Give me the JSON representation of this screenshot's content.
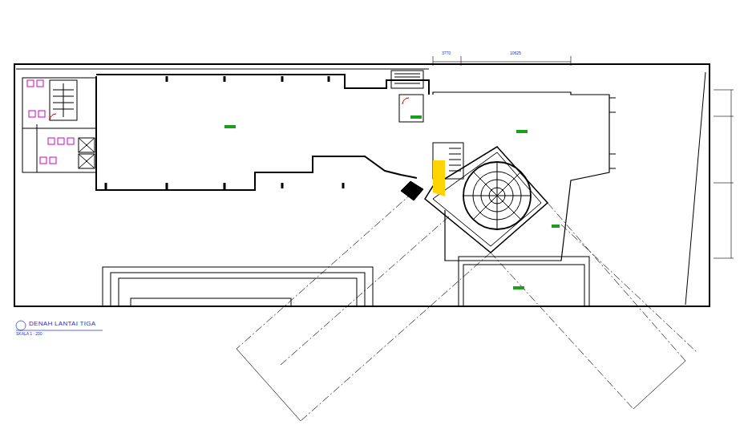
{
  "diagram": {
    "title": "DENAH LANTAI TIGA",
    "labels": [
      "SKALA 1 : 200",
      "3770",
      "10625"
    ]
  }
}
